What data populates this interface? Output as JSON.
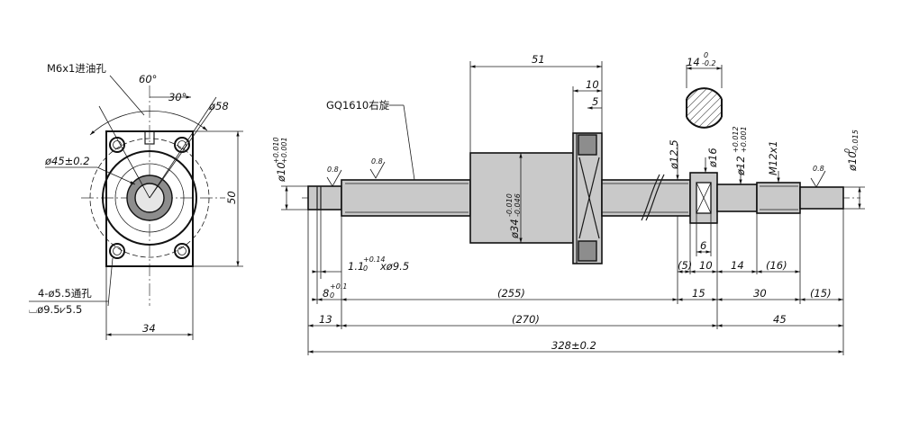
{
  "flange_view": {
    "oil_hole_label": "M6x1进油孔",
    "angle_outer": "60°",
    "angle_inner": "30°",
    "bolt_circle": "ø58",
    "bore_dia": "ø45±0.2",
    "height": "50",
    "width": "34",
    "holes_main": "4-ø5.5通孔",
    "holes_cbore": "⌴ø9.5⩗5.5"
  },
  "shaft_view": {
    "screw_model": "GQ1610右旋",
    "nut_length": "51",
    "flange_thick": "10",
    "flange_face": "5",
    "nut_dia_main": "ø34",
    "nut_dia_tol_upper": "-0.010",
    "nut_dia_tol_lower": "-0.046",
    "left_journal_main": "ø10",
    "left_journal_tol_upper": "+0.010",
    "left_journal_tol_lower": "+0.001",
    "screw_dia": "ø12.5",
    "collar_dia": "ø16",
    "bearing_seat_main": "ø12",
    "bearing_seat_tol_upper": "+0.012",
    "bearing_seat_tol_lower": "+0.001",
    "thread": "M12x1",
    "right_journal_main": "ø10",
    "right_journal_tol_upper": "0",
    "right_journal_tol_lower": "-0.015",
    "roughness": [
      "0.8",
      "0.8",
      "0.8"
    ],
    "groove_main": "1.1",
    "groove_tol_upper": "+0.14",
    "groove_tol_lower": "0",
    "groove_dia": "xø9.5",
    "left_end_main": "8",
    "left_end_tol_upper": "+0.1",
    "left_end_tol_lower": "0",
    "dim_255": "(255)",
    "dim_15": "15",
    "dim_30": "30",
    "dim_15p": "(15)",
    "dim_5p": "(5)",
    "dim_10": "10",
    "dim_14": "14",
    "dim_16p": "(16)",
    "dim_6": "6",
    "dim_13": "13",
    "dim_270": "(270)",
    "dim_45": "45",
    "total_length": "328±0.2"
  },
  "section_view": {
    "width_main": "14",
    "width_tol_upper": "0",
    "width_tol_lower": "-0.2"
  }
}
